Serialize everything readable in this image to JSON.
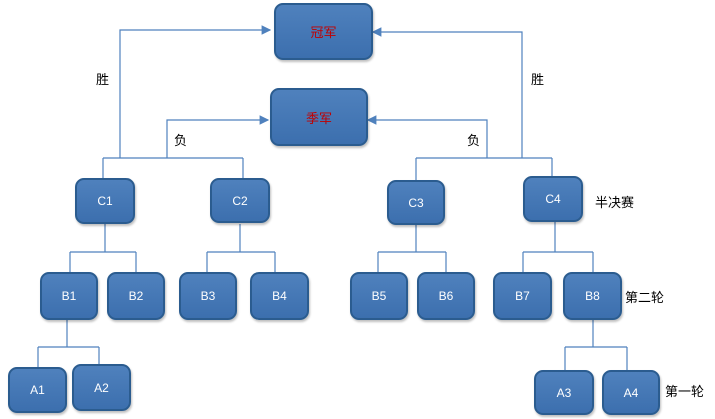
{
  "nodes": {
    "champion": "冠军",
    "third_place": "季军",
    "C1": "C1",
    "C2": "C2",
    "C3": "C3",
    "C4": "C4",
    "B1": "B1",
    "B2": "B2",
    "B3": "B3",
    "B4": "B4",
    "B5": "B5",
    "B6": "B6",
    "B7": "B7",
    "B8": "B8",
    "A1": "A1",
    "A2": "A2",
    "A3": "A3",
    "A4": "A4"
  },
  "edge_labels": {
    "win_left": "胜",
    "win_right": "胜",
    "lose_left": "负",
    "lose_right": "负"
  },
  "round_labels": {
    "semifinal": "半决赛",
    "round2": "第二轮",
    "round1": "第一轮"
  },
  "colors": {
    "node_fill": "#4f81bd",
    "node_border": "#2b5c8f",
    "node_text": "#ffffff",
    "top_text": "#c00000",
    "connector": "#4f81bd"
  }
}
